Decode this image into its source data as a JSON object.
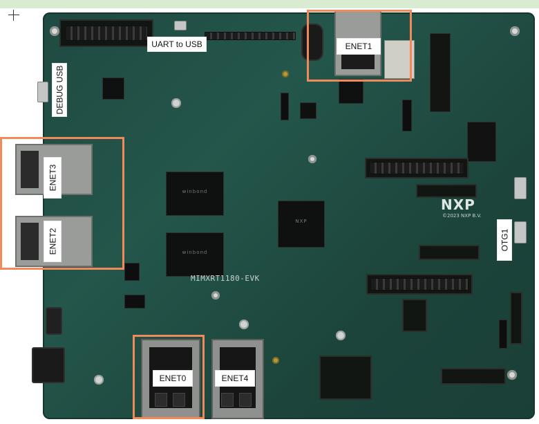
{
  "board": {
    "silkscreen_model": "MIMXRT1180-EVK",
    "brand": "NXP",
    "copyright": "©2023 NXP B.V."
  },
  "labels": {
    "uart_to_usb": "UART to USB",
    "debug_usb": "DEBUG USB",
    "enet1": "ENET1",
    "enet3": "ENET3",
    "enet2": "ENET2",
    "otg1": "OTG1",
    "enet0": "ENET0",
    "enet4": "ENET4"
  },
  "colors": {
    "callout": "#f08a5d",
    "board_green": "#23544a",
    "top_bar": "#d9ecd2"
  },
  "icons": {
    "pointer": "crosshair-icon"
  }
}
